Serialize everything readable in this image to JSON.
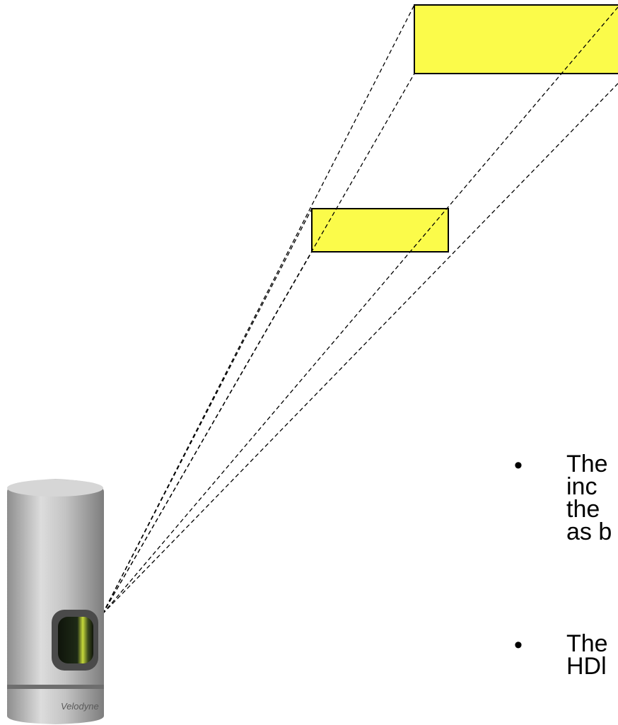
{
  "diagram": {
    "sensor": {
      "brand_text": "Velodyne",
      "body_color": "#b8b8b8",
      "lens_color": "#1e2a16",
      "lens_highlight_color": "#c6d93a"
    },
    "near_target": {
      "fill": "#fbfb4a",
      "stroke": "#000000"
    },
    "far_target": {
      "fill": "#fbfb4a",
      "stroke": "#000000"
    },
    "ray_style": "dashed"
  },
  "bullets": [
    {
      "text": "The\ninc\nthe\nas b"
    },
    {
      "text": "The\nHDl"
    }
  ]
}
